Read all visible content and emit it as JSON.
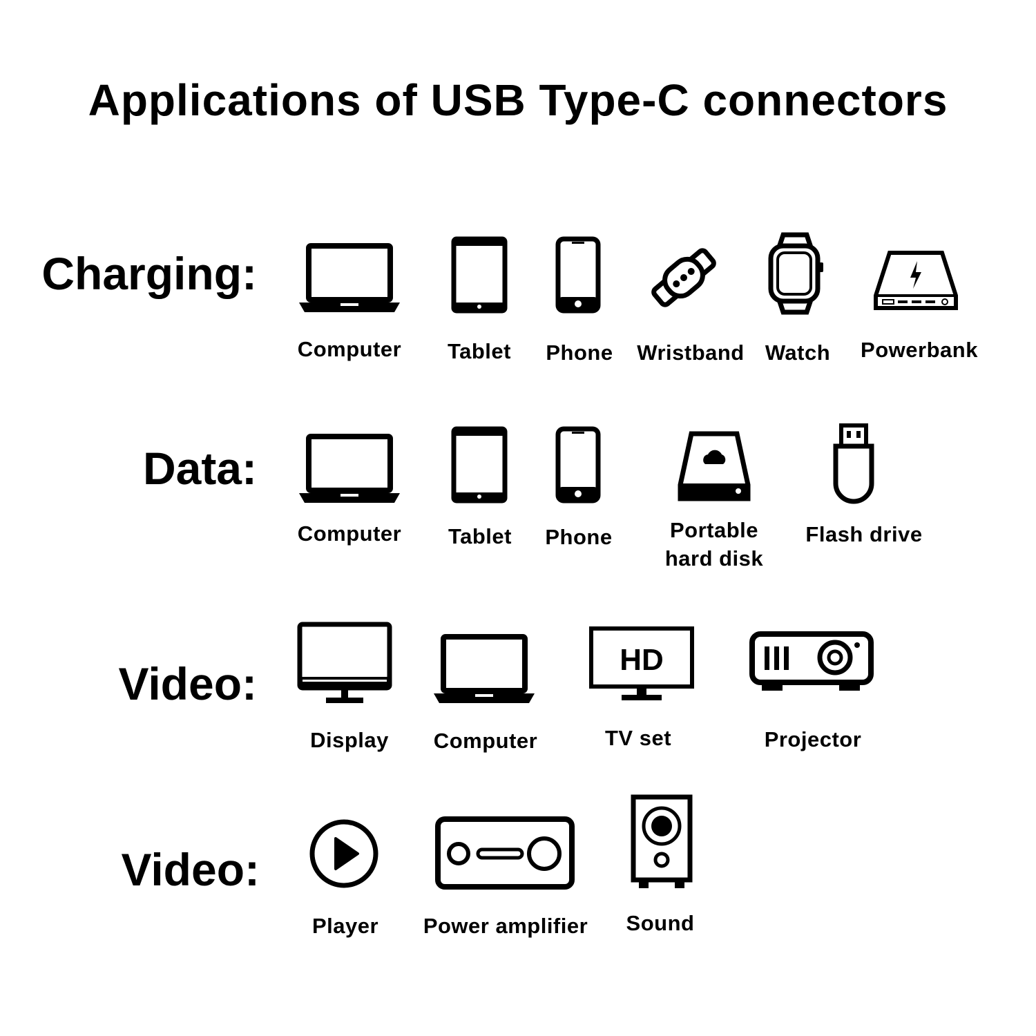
{
  "title": "Applications of USB Type-C connectors",
  "rows": [
    {
      "label": "Charging:",
      "items": [
        "Computer",
        "Tablet",
        "Phone",
        "Wristband",
        "Watch",
        "Powerbank"
      ]
    },
    {
      "label": "Data:",
      "items": [
        "Computer",
        "Tablet",
        "Phone",
        "Portable hard disk",
        "Flash drive"
      ]
    },
    {
      "label": "Video:",
      "items": [
        "Display",
        "Computer",
        "TV set",
        "Projector"
      ]
    },
    {
      "label": "Video:",
      "items": [
        "Player",
        "Power amplifier",
        "Sound"
      ]
    }
  ],
  "tv_icon_text": "HD"
}
